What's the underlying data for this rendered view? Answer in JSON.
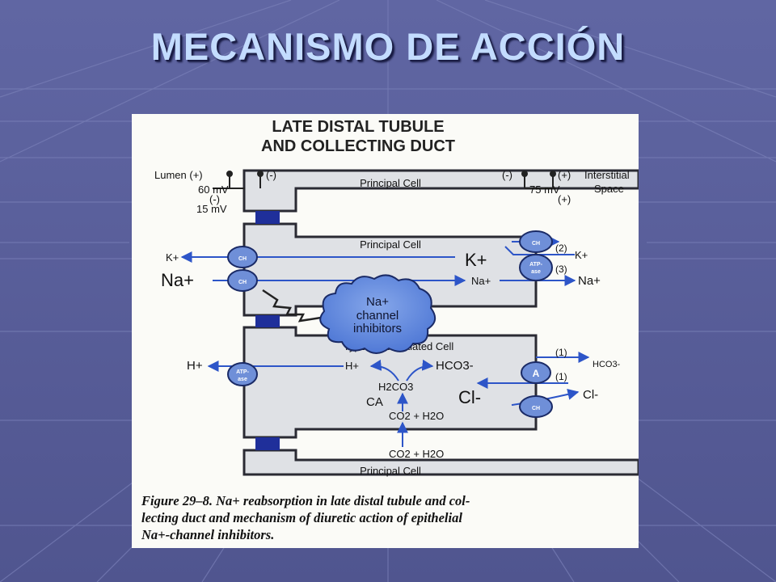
{
  "slide": {
    "title": "MECANISMO DE ACCIÓN"
  },
  "figure": {
    "heading_line1": "LATE DISTAL TUBULE",
    "heading_line2": "AND COLLECTING DUCT",
    "lumen": {
      "label_plus": "Lumen (+)",
      "label_minus": "(-)",
      "mv_60": "60 mV",
      "label_minus2": "(-)",
      "mv_15": "15 mV"
    },
    "interstitial": {
      "label_minus": "(-)",
      "label_plus": "(+)",
      "label_space1": "Interstitial",
      "label_space2": "Space",
      "mv_75": "75 mV",
      "label_plus2": "(+)"
    },
    "cells": {
      "principal_top": "Principal Cell",
      "principal_mid": "Principal Cell",
      "type_a": "Type A Intercalated Cell",
      "principal_bottom": "Principal Cell"
    },
    "ions": {
      "k_lumen": "K+",
      "k_cell": "K+",
      "k_interstitial": "K+",
      "na_lumen": "Na+",
      "na_cell": "Na+",
      "na_interstitial": "Na+",
      "h_lumen": "H+",
      "h_cell": "H+",
      "hco3_cell": "HCO3-",
      "hco3_interstitial": "HCO3-",
      "cl_cell": "Cl-",
      "cl_interstitial": "Cl-",
      "h2co3": "H2CO3",
      "ca": "CA",
      "co2_h2o_1": "CO2 + H2O",
      "co2_h2o_2": "CO2 + H2O"
    },
    "transporters": {
      "ch": "CH",
      "atpase1": "ATP-",
      "atpase2": "ase",
      "a": "A"
    },
    "numbers": {
      "n2": "(2)",
      "n3": "(3)",
      "n1a": "(1)",
      "n1b": "(1)"
    },
    "inhibitor": {
      "line1": "Na+",
      "line2": "channel",
      "line3": "inhibitors"
    },
    "caption": {
      "line1": "Figure 29–8. Na+ reabsorption in late distal tubule and col-",
      "line2": "lecting duct and mechanism of diuretic action of epithelial",
      "line3": "Na+-channel inhibitors."
    }
  },
  "colors": {
    "background": "#5a5f9a",
    "title": "#c3dcff",
    "cell_fill": "#dfe1e5",
    "cell_stroke": "#2a2a33",
    "blue": "#2d55c8",
    "junction": "#1f2f9a",
    "inhibitor_fill": "#6f93e0"
  }
}
